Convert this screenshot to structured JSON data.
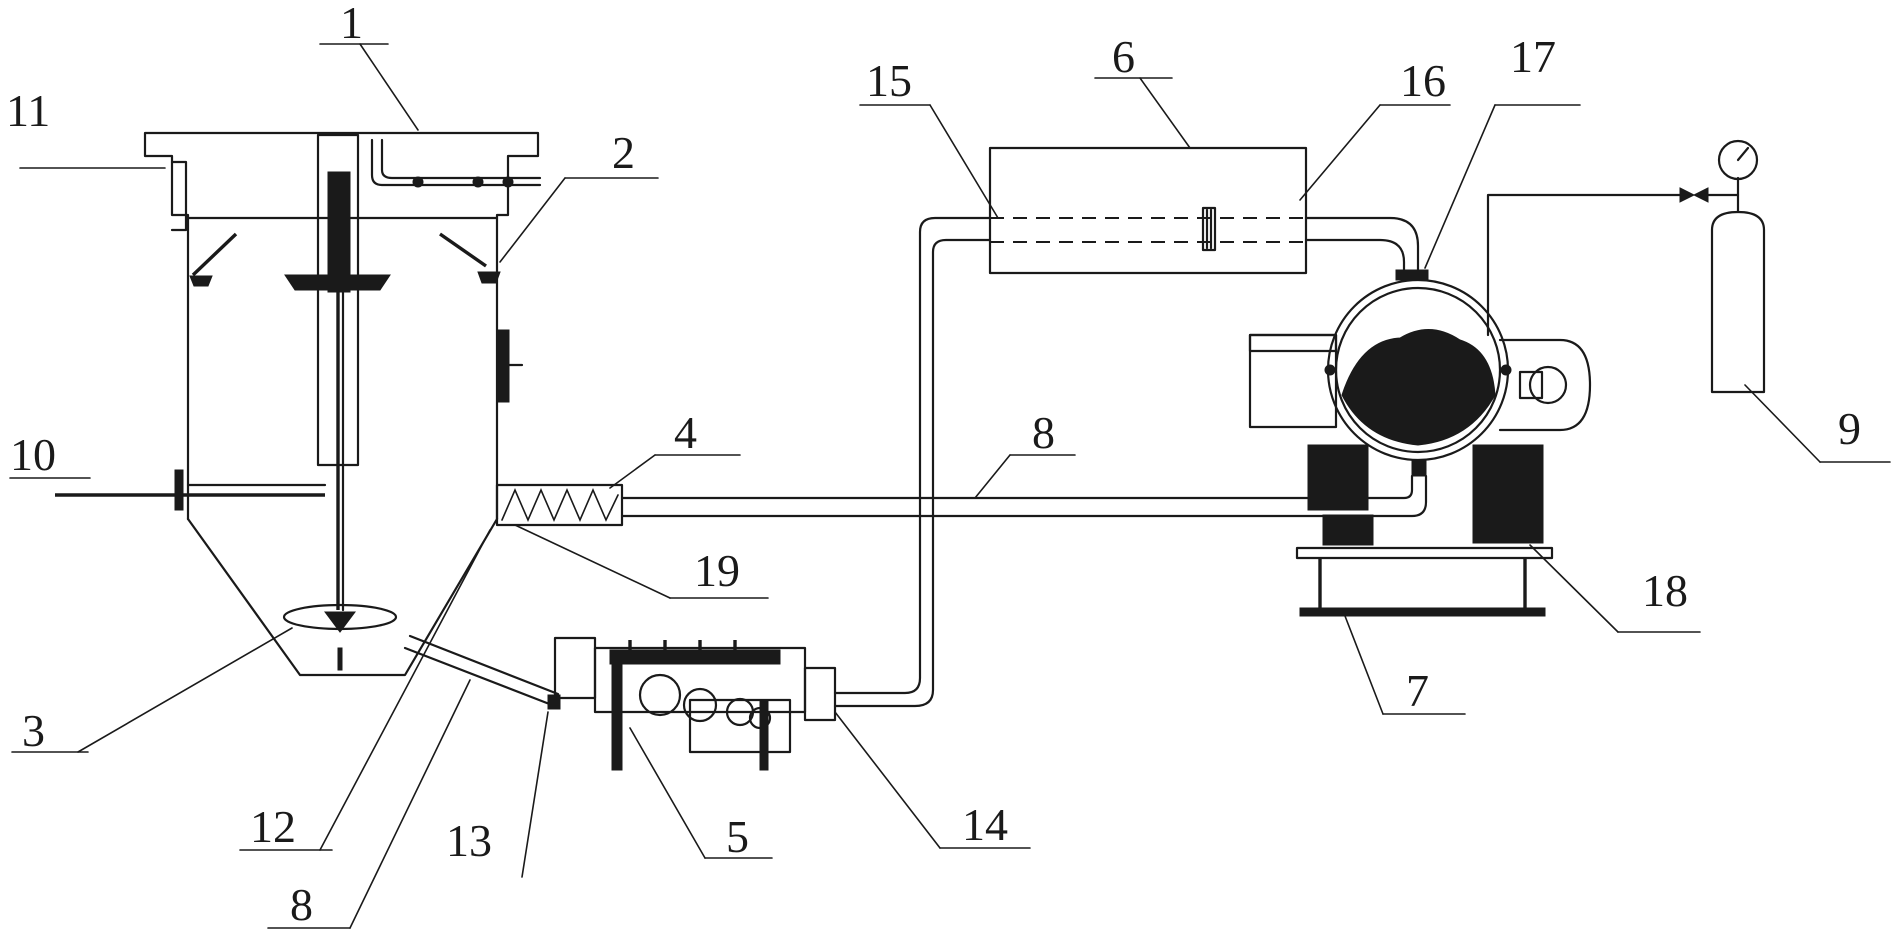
{
  "figure": {
    "labels": [
      {
        "id": "1",
        "text": "1"
      },
      {
        "id": "2",
        "text": "2"
      },
      {
        "id": "3",
        "text": "3"
      },
      {
        "id": "4",
        "text": "4"
      },
      {
        "id": "5",
        "text": "5"
      },
      {
        "id": "6",
        "text": "6"
      },
      {
        "id": "7",
        "text": "7"
      },
      {
        "id": "8a",
        "text": "8"
      },
      {
        "id": "8b",
        "text": "8"
      },
      {
        "id": "9",
        "text": "9"
      },
      {
        "id": "10",
        "text": "10"
      },
      {
        "id": "11",
        "text": "11"
      },
      {
        "id": "12",
        "text": "12"
      },
      {
        "id": "13",
        "text": "13"
      },
      {
        "id": "14",
        "text": "14"
      },
      {
        "id": "15",
        "text": "15"
      },
      {
        "id": "16",
        "text": "16"
      },
      {
        "id": "17",
        "text": "17"
      },
      {
        "id": "18",
        "text": "18"
      },
      {
        "id": "19",
        "text": "19"
      }
    ]
  }
}
